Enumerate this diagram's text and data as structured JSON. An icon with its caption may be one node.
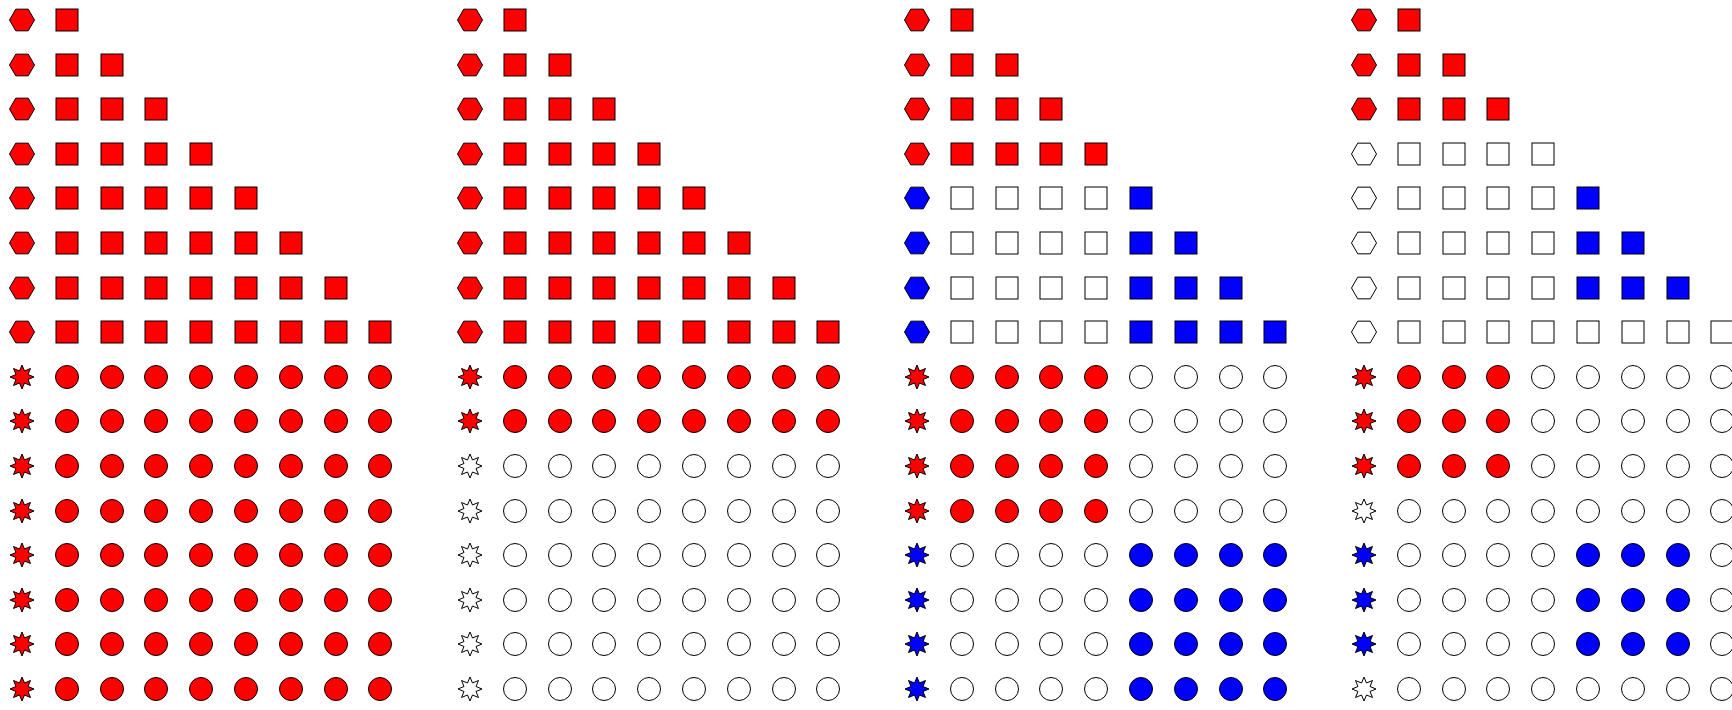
{
  "diagram": {
    "nodes": [
      {
        "text": [],
        "shape": "hexagon"
      },
      {
        "text": [],
        "shape": "box"
      },
      {
        "text": [],
        "shape": "hexagon"
      },
      {
        "text": [],
        "shape": "box"
      },
      {
        "text": [],
        "shape": "box"
      },
      {
        "text": [],
        "shape": "hexagon"
      },
      {
        "text": [],
        "shape": "box"
      },
      {
        "text": [],
        "shape": "box"
      },
      {
        "text": [],
        "shape": "box"
      },
      {
        "text": [],
        "shape": "hexagon"
      },
      {
        "text": [],
        "shape": "box"
      },
      {
        "text": [],
        "shape": "box"
      },
      {
        "text": [],
        "shape": "box"
      },
      {
        "text": [],
        "shape": "box"
      },
      {
        "text": [],
        "shape": "hexagon"
      },
      {
        "text": [],
        "shape": "box"
      },
      {
        "text": [],
        "shape": "box"
      },
      {
        "text": [],
        "shape": "box"
      },
      {
        "text": [],
        "shape": "box"
      },
      {
        "text": [],
        "shape": "box"
      },
      {
        "text": [],
        "shape": "hexagon"
      },
      {
        "text": [],
        "shape": "box"
      },
      {
        "text": [],
        "shape": "box"
      },
      {
        "text": [],
        "shape": "box"
      },
      {
        "text": [],
        "shape": "box"
      },
      {
        "text": [],
        "shape": "box"
      },
      {
        "text": [],
        "shape": "box"
      },
      {
        "text": [],
        "shape": "hexagon"
      },
      {
        "text": [],
        "shape": "box"
      },
      {
        "text": [],
        "shape": "box"
      },
      {
        "text": [],
        "shape": "box"
      },
      {
        "text": [],
        "shape": "box"
      },
      {
        "text": [],
        "shape": "box"
      },
      {
        "text": [],
        "shape": "box"
      },
      {
        "text": [],
        "shape": "box"
      },
      {
        "text": [],
        "shape": "hexagon"
      },
      {
        "text": [],
        "shape": "box"
      },
      {
        "text": [],
        "shape": "box"
      },
      {
        "text": [],
        "shape": "box"
      },
      {
        "text": [],
        "shape": "box"
      },
      {
        "text": [],
        "shape": "box"
      },
      {
        "text": [],
        "shape": "box"
      },
      {
        "text": [],
        "shape": "box"
      },
      {
        "text": [],
        "shape": "box"
      },
      {
        "text": [],
        "shape": "star"
      },
      {
        "text": [],
        "shape": "circle"
      },
      {
        "text": [],
        "shape": "circle"
      },
      {
        "text": [],
        "shape": "circle"
      },
      {
        "text": [],
        "shape": "circle"
      },
      {
        "text": [],
        "shape": "circle"
      },
      {
        "text": [],
        "shape": "circle"
      },
      {
        "text": [],
        "shape": "circle"
      },
      {
        "text": [],
        "shape": "circle"
      },
      {
        "text": [],
        "shape": "star"
      },
      {
        "text": [],
        "shape": "circle"
      },
      {
        "text": [],
        "shape": "circle"
      },
      {
        "text": [],
        "shape": "circle"
      },
      {
        "text": [],
        "shape": "circle"
      },
      {
        "text": [],
        "shape": "circle"
      },
      {
        "text": [],
        "shape": "circle"
      },
      {
        "text": [],
        "shape": "circle"
      },
      {
        "text": [],
        "shape": "circle"
      },
      {
        "text": [],
        "shape": "star"
      },
      {
        "text": [],
        "shape": "circle"
      },
      {
        "text": [],
        "shape": "circle"
      },
      {
        "text": [],
        "shape": "circle"
      },
      {
        "text": [],
        "shape": "circle"
      },
      {
        "text": [],
        "shape": "circle"
      },
      {
        "text": [],
        "shape": "circle"
      },
      {
        "text": [],
        "shape": "circle"
      },
      {
        "text": [],
        "shape": "circle"
      },
      {
        "text": [],
        "shape": "star"
      },
      {
        "text": [],
        "shape": "circle"
      },
      {
        "text": [],
        "shape": "circle"
      },
      {
        "text": [],
        "shape": "circle"
      },
      {
        "text": [],
        "shape": "circle"
      },
      {
        "text": [],
        "shape": "circle"
      },
      {
        "text": [],
        "shape": "circle"
      },
      {
        "text": [],
        "shape": "circle"
      },
      {
        "text": [],
        "shape": "circle"
      },
      {
        "text": [],
        "shape": "star"
      },
      {
        "text": [],
        "shape": "circle"
      },
      {
        "text": [],
        "shape": "circle"
      },
      {
        "text": [],
        "shape": "circle"
      },
      {
        "text": [],
        "shape": "circle"
      },
      {
        "text": [],
        "shape": "circle"
      },
      {
        "text": [],
        "shape": "circle"
      },
      {
        "text": [],
        "shape": "circle"
      },
      {
        "text": [],
        "shape": "circle"
      },
      {
        "text": [],
        "shape": "star"
      },
      {
        "text": [],
        "shape": "circle"
      },
      {
        "text": [],
        "shape": "circle"
      },
      {
        "text": [],
        "shape": "circle"
      },
      {
        "text": [],
        "shape": "circle"
      },
      {
        "text": [],
        "shape": "circle"
      },
      {
        "text": [],
        "shape": "circle"
      },
      {
        "text": [],
        "shape": "circle"
      },
      {
        "text": [],
        "shape": "circle"
      },
      {
        "text": [],
        "shape": "star"
      },
      {
        "text": [],
        "shape": "circle"
      },
      {
        "text": [],
        "shape": "circle"
      },
      {
        "text": [],
        "shape": "circle"
      },
      {
        "text": [],
        "shape": "circle"
      },
      {
        "text": [],
        "shape": "circle"
      },
      {
        "text": [],
        "shape": "circle"
      },
      {
        "text": [],
        "shape": "circle"
      },
      {
        "text": [],
        "shape": "circle"
      },
      {
        "text": [],
        "shape": "star"
      },
      {
        "text": [],
        "shape": "circle"
      },
      {
        "text": [],
        "shape": "circle"
      },
      {
        "text": [],
        "shape": "circle"
      },
      {
        "text": [],
        "shape": "circle"
      },
      {
        "text": [],
        "shape": "circle"
      },
      {
        "text": [],
        "shape": "circle"
      },
      {
        "text": [],
        "shape": "circle"
      },
      {
        "text": [],
        "shape": "circle"
      },
      {
        "text": [],
        "shape": "hexagon"
      },
      {
        "text": [],
        "shape": "box"
      },
      {
        "text": [],
        "shape": "hexagon"
      },
      {
        "text": [],
        "shape": "box"
      },
      {
        "text": [],
        "shape": "box"
      },
      {
        "text": [],
        "shape": "hexagon"
      },
      {
        "text": [],
        "shape": "box"
      },
      {
        "text": [],
        "shape": "box"
      },
      {
        "text": [],
        "shape": "box"
      },
      {
        "text": [],
        "shape": "hexagon"
      },
      {
        "text": [],
        "shape": "box"
      },
      {
        "text": [],
        "shape": "box"
      },
      {
        "text": [],
        "shape": "box"
      },
      {
        "text": [],
        "shape": "box"
      },
      {
        "text": [],
        "shape": "hexagon"
      },
      {
        "text": [],
        "shape": "box"
      },
      {
        "text": [],
        "shape": "box"
      },
      {
        "text": [],
        "shape": "box"
      },
      {
        "text": [],
        "shape": "box"
      },
      {
        "text": [],
        "shape": "box"
      },
      {
        "text": [],
        "shape": "hexagon"
      },
      {
        "text": [],
        "shape": "box"
      },
      {
        "text": [],
        "shape": "box"
      },
      {
        "text": [],
        "shape": "box"
      },
      {
        "text": [],
        "shape": "box"
      },
      {
        "text": [],
        "shape": "box"
      },
      {
        "text": [],
        "shape": "box"
      },
      {
        "text": [],
        "shape": "hexagon"
      },
      {
        "text": [],
        "shape": "box"
      },
      {
        "text": [],
        "shape": "box"
      },
      {
        "text": [],
        "shape": "box"
      },
      {
        "text": [],
        "shape": "box"
      },
      {
        "text": [],
        "shape": "box"
      },
      {
        "text": [],
        "shape": "box"
      },
      {
        "text": [],
        "shape": "box"
      },
      {
        "text": [],
        "shape": "hexagon"
      },
      {
        "text": [],
        "shape": "box"
      },
      {
        "text": [],
        "shape": "box"
      },
      {
        "text": [],
        "shape": "box"
      },
      {
        "text": [],
        "shape": "box"
      },
      {
        "text": [],
        "shape": "box"
      },
      {
        "text": [],
        "shape": "box"
      },
      {
        "text": [],
        "shape": "box"
      },
      {
        "text": [],
        "shape": "box"
      },
      {
        "text": [],
        "shape": "star"
      },
      {
        "text": [],
        "shape": "circle"
      },
      {
        "text": [],
        "shape": "circle"
      },
      {
        "text": [],
        "shape": "circle"
      },
      {
        "text": [],
        "shape": "circle"
      },
      {
        "text": [],
        "shape": "circle"
      },
      {
        "text": [],
        "shape": "circle"
      },
      {
        "text": [],
        "shape": "circle"
      },
      {
        "text": [],
        "shape": "circle"
      },
      {
        "text": [],
        "shape": "star"
      },
      {
        "text": [],
        "shape": "circle"
      },
      {
        "text": [],
        "shape": "circle"
      },
      {
        "text": [],
        "shape": "circle"
      },
      {
        "text": [],
        "shape": "circle"
      },
      {
        "text": [],
        "shape": "circle"
      },
      {
        "text": [],
        "shape": "circle"
      },
      {
        "text": [],
        "shape": "circle"
      },
      {
        "text": [],
        "shape": "circle"
      },
      {
        "text": [],
        "shape": "star"
      },
      {
        "text": [],
        "shape": "circle"
      },
      {
        "text": [],
        "shape": "circle"
      },
      {
        "text": [],
        "shape": "circle"
      },
      {
        "text": [],
        "shape": "circle"
      },
      {
        "text": [],
        "shape": "circle"
      },
      {
        "text": [],
        "shape": "circle"
      },
      {
        "text": [],
        "shape": "circle"
      },
      {
        "text": [],
        "shape": "circle"
      },
      {
        "text": [],
        "shape": "star"
      },
      {
        "text": [],
        "shape": "circle"
      },
      {
        "text": [],
        "shape": "circle"
      },
      {
        "text": [],
        "shape": "circle"
      },
      {
        "text": [],
        "shape": "circle"
      },
      {
        "text": [],
        "shape": "circle"
      },
      {
        "text": [],
        "shape": "circle"
      },
      {
        "text": [],
        "shape": "circle"
      },
      {
        "text": [],
        "shape": "circle"
      },
      {
        "text": [],
        "shape": "star"
      },
      {
        "text": [],
        "shape": "circle"
      },
      {
        "text": [],
        "shape": "circle"
      },
      {
        "text": [],
        "shape": "circle"
      },
      {
        "text": [],
        "shape": "circle"
      },
      {
        "text": [],
        "shape": "circle"
      },
      {
        "text": [],
        "shape": "circle"
      },
      {
        "text": [],
        "shape": "circle"
      },
      {
        "text": [],
        "shape": "circle"
      },
      {
        "text": [],
        "shape": "star"
      },
      {
        "text": [],
        "shape": "circle"
      },
      {
        "text": [],
        "shape": "circle"
      },
      {
        "text": [],
        "shape": "circle"
      },
      {
        "text": [],
        "shape": "circle"
      },
      {
        "text": [],
        "shape": "circle"
      },
      {
        "text": [],
        "shape": "circle"
      },
      {
        "text": [],
        "shape": "circle"
      },
      {
        "text": [],
        "shape": "circle"
      },
      {
        "text": [],
        "shape": "star"
      },
      {
        "text": [],
        "shape": "circle"
      },
      {
        "text": [],
        "shape": "circle"
      },
      {
        "text": [],
        "shape": "circle"
      },
      {
        "text": [],
        "shape": "circle"
      },
      {
        "text": [],
        "shape": "circle"
      },
      {
        "text": [],
        "shape": "circle"
      },
      {
        "text": [],
        "shape": "circle"
      },
      {
        "text": [],
        "shape": "circle"
      },
      {
        "text": [],
        "shape": "star"
      },
      {
        "text": [],
        "shape": "circle"
      },
      {
        "text": [],
        "shape": "circle"
      },
      {
        "text": [],
        "shape": "circle"
      },
      {
        "text": [],
        "shape": "circle"
      },
      {
        "text": [],
        "shape": "circle"
      },
      {
        "text": [],
        "shape": "circle"
      },
      {
        "text": [],
        "shape": "circle"
      },
      {
        "text": [],
        "shape": "circle"
      },
      {
        "text": [],
        "shape": "hexagon"
      },
      {
        "text": [],
        "shape": "box"
      },
      {
        "text": [],
        "shape": "hexagon"
      },
      {
        "text": [],
        "shape": "box"
      },
      {
        "text": [],
        "shape": "box"
      },
      {
        "text": [],
        "shape": "hexagon"
      },
      {
        "text": [],
        "shape": "box"
      },
      {
        "text": [],
        "shape": "box"
      },
      {
        "text": [],
        "shape": "box"
      },
      {
        "text": [],
        "shape": "hexagon"
      },
      {
        "text": [],
        "shape": "box"
      },
      {
        "text": [],
        "shape": "box"
      },
      {
        "text": [],
        "shape": "box"
      },
      {
        "text": [],
        "shape": "box"
      },
      {
        "text": [],
        "shape": "hexagon"
      },
      {
        "text": [],
        "shape": "box"
      },
      {
        "text": [],
        "shape": "box"
      },
      {
        "text": [],
        "shape": "box"
      },
      {
        "text": [],
        "shape": "box"
      },
      {
        "text": [],
        "shape": "box"
      },
      {
        "text": [],
        "shape": "hexagon"
      },
      {
        "text": [],
        "shape": "box"
      },
      {
        "text": [],
        "shape": "box"
      },
      {
        "text": [],
        "shape": "box"
      },
      {
        "text": [],
        "shape": "box"
      },
      {
        "text": [],
        "shape": "box"
      },
      {
        "text": [],
        "shape": "box"
      },
      {
        "text": [],
        "shape": "hexagon"
      },
      {
        "text": [],
        "shape": "box"
      },
      {
        "text": [],
        "shape": "box"
      },
      {
        "text": [],
        "shape": "box"
      },
      {
        "text": [],
        "shape": "box"
      },
      {
        "text": [],
        "shape": "box"
      },
      {
        "text": [],
        "shape": "box"
      },
      {
        "text": [],
        "shape": "box"
      },
      {
        "text": [],
        "shape": "hexagon"
      },
      {
        "text": [],
        "shape": "box"
      },
      {
        "text": [],
        "shape": "box"
      },
      {
        "text": [],
        "shape": "box"
      },
      {
        "text": [],
        "shape": "box"
      },
      {
        "text": [],
        "shape": "box"
      },
      {
        "text": [],
        "shape": "box"
      },
      {
        "text": [],
        "shape": "box"
      },
      {
        "text": [],
        "shape": "box"
      },
      {
        "text": [],
        "shape": "star"
      },
      {
        "text": [],
        "shape": "circle"
      },
      {
        "text": [],
        "shape": "circle"
      },
      {
        "text": [],
        "shape": "circle"
      },
      {
        "text": [],
        "shape": "circle"
      },
      {
        "text": [],
        "shape": "circle"
      },
      {
        "text": [],
        "shape": "circle"
      },
      {
        "text": [],
        "shape": "circle"
      },
      {
        "text": [],
        "shape": "circle"
      },
      {
        "text": [],
        "shape": "star"
      },
      {
        "text": [],
        "shape": "circle"
      },
      {
        "text": [],
        "shape": "circle"
      },
      {
        "text": [],
        "shape": "circle"
      },
      {
        "text": [],
        "shape": "circle"
      },
      {
        "text": [],
        "shape": "circle"
      },
      {
        "text": [],
        "shape": "circle"
      },
      {
        "text": [],
        "shape": "circle"
      },
      {
        "text": [],
        "shape": "circle"
      },
      {
        "text": [],
        "shape": "star"
      },
      {
        "text": [],
        "shape": "circle"
      },
      {
        "text": [],
        "shape": "circle"
      },
      {
        "text": [],
        "shape": "circle"
      },
      {
        "text": [],
        "shape": "circle"
      },
      {
        "text": [],
        "shape": "circle"
      },
      {
        "text": [],
        "shape": "circle"
      },
      {
        "text": [],
        "shape": "circle"
      },
      {
        "text": [],
        "shape": "circle"
      },
      {
        "text": [],
        "shape": "star"
      },
      {
        "text": [],
        "shape": "circle"
      },
      {
        "text": [],
        "shape": "circle"
      },
      {
        "text": [],
        "shape": "circle"
      },
      {
        "text": [],
        "shape": "circle"
      },
      {
        "text": [],
        "shape": "circle"
      },
      {
        "text": [],
        "shape": "circle"
      },
      {
        "text": [],
        "shape": "circle"
      },
      {
        "text": [],
        "shape": "circle"
      },
      {
        "text": [],
        "shape": "star"
      },
      {
        "text": [],
        "shape": "circle"
      },
      {
        "text": [],
        "shape": "circle"
      },
      {
        "text": [],
        "shape": "circle"
      },
      {
        "text": [],
        "shape": "circle"
      },
      {
        "text": [],
        "shape": "circle"
      },
      {
        "text": [],
        "shape": "circle"
      },
      {
        "text": [],
        "shape": "circle"
      },
      {
        "text": [],
        "shape": "circle"
      },
      {
        "text": [],
        "shape": "star"
      },
      {
        "text": [],
        "shape": "circle"
      },
      {
        "text": [],
        "shape": "circle"
      },
      {
        "text": [],
        "shape": "circle"
      },
      {
        "text": [],
        "shape": "circle"
      },
      {
        "text": [],
        "shape": "circle"
      },
      {
        "text": [],
        "shape": "circle"
      },
      {
        "text": [],
        "shape": "circle"
      },
      {
        "text": [],
        "shape": "circle"
      },
      {
        "text": [],
        "shape": "star"
      },
      {
        "text": [],
        "shape": "circle"
      },
      {
        "text": [],
        "shape": "circle"
      },
      {
        "text": [],
        "shape": "circle"
      },
      {
        "text": [],
        "shape": "circle"
      },
      {
        "text": [],
        "shape": "circle"
      },
      {
        "text": [],
        "shape": "circle"
      },
      {
        "text": [],
        "shape": "circle"
      },
      {
        "text": [],
        "shape": "circle"
      },
      {
        "text": [],
        "shape": "star"
      },
      {
        "text": [],
        "shape": "circle"
      },
      {
        "text": [],
        "shape": "circle"
      },
      {
        "text": [],
        "shape": "circle"
      },
      {
        "text": [],
        "shape": "circle"
      },
      {
        "text": [],
        "shape": "circle"
      },
      {
        "text": [],
        "shape": "circle"
      },
      {
        "text": [],
        "shape": "circle"
      },
      {
        "text": [],
        "shape": "circle"
      },
      {
        "text": [],
        "shape": "hexagon"
      },
      {
        "text": [],
        "shape": "box"
      },
      {
        "text": [],
        "shape": "hexagon"
      },
      {
        "text": [],
        "shape": "box"
      },
      {
        "text": [],
        "shape": "box"
      },
      {
        "text": [],
        "shape": "hexagon"
      },
      {
        "text": [],
        "shape": "box"
      },
      {
        "text": [],
        "shape": "box"
      },
      {
        "text": [],
        "shape": "box"
      },
      {
        "text": [],
        "shape": "hexagon"
      },
      {
        "text": [],
        "shape": "box"
      },
      {
        "text": [],
        "shape": "box"
      },
      {
        "text": [],
        "shape": "box"
      },
      {
        "text": [],
        "shape": "box"
      },
      {
        "text": [],
        "shape": "hexagon"
      },
      {
        "text": [],
        "shape": "box"
      },
      {
        "text": [],
        "shape": "box"
      },
      {
        "text": [],
        "shape": "box"
      },
      {
        "text": [],
        "shape": "box"
      },
      {
        "text": [],
        "shape": "box"
      },
      {
        "text": [],
        "shape": "hexagon"
      },
      {
        "text": [],
        "shape": "box"
      },
      {
        "text": [],
        "shape": "box"
      },
      {
        "text": [],
        "shape": "box"
      },
      {
        "text": [],
        "shape": "box"
      },
      {
        "text": [],
        "shape": "box"
      },
      {
        "text": [],
        "shape": "box"
      },
      {
        "text": [],
        "shape": "hexagon"
      },
      {
        "text": [],
        "shape": "box"
      },
      {
        "text": [],
        "shape": "box"
      },
      {
        "text": [],
        "shape": "box"
      },
      {
        "text": [],
        "shape": "box"
      },
      {
        "text": [],
        "shape": "box"
      },
      {
        "text": [],
        "shape": "box"
      },
      {
        "text": [],
        "shape": "box"
      },
      {
        "text": [],
        "shape": "hexagon"
      },
      {
        "text": [],
        "shape": "box"
      },
      {
        "text": [],
        "shape": "box"
      },
      {
        "text": [],
        "shape": "box"
      },
      {
        "text": [],
        "shape": "box"
      },
      {
        "text": [],
        "shape": "box"
      },
      {
        "text": [],
        "shape": "box"
      },
      {
        "text": [],
        "shape": "box"
      },
      {
        "text": [],
        "shape": "box"
      },
      {
        "text": [],
        "shape": "star"
      },
      {
        "text": [],
        "shape": "circle"
      },
      {
        "text": [],
        "shape": "circle"
      },
      {
        "text": [],
        "shape": "circle"
      },
      {
        "text": [],
        "shape": "circle"
      },
      {
        "text": [],
        "shape": "circle"
      },
      {
        "text": [],
        "shape": "circle"
      },
      {
        "text": [],
        "shape": "circle"
      },
      {
        "text": [],
        "shape": "circle"
      },
      {
        "text": [],
        "shape": "star"
      },
      {
        "text": [],
        "shape": "circle"
      },
      {
        "text": [],
        "shape": "circle"
      },
      {
        "text": [],
        "shape": "circle"
      },
      {
        "text": [],
        "shape": "circle"
      },
      {
        "text": [],
        "shape": "circle"
      },
      {
        "text": [],
        "shape": "circle"
      },
      {
        "text": [],
        "shape": "circle"
      },
      {
        "text": [],
        "shape": "circle"
      },
      {
        "text": [],
        "shape": "star"
      },
      {
        "text": [],
        "shape": "circle"
      },
      {
        "text": [],
        "shape": "circle"
      },
      {
        "text": [],
        "shape": "circle"
      },
      {
        "text": [],
        "shape": "circle"
      },
      {
        "text": [],
        "shape": "circle"
      },
      {
        "text": [],
        "shape": "circle"
      },
      {
        "text": [],
        "shape": "circle"
      },
      {
        "text": [],
        "shape": "circle"
      },
      {
        "text": [],
        "shape": "star"
      },
      {
        "text": [],
        "shape": "circle"
      },
      {
        "text": [],
        "shape": "circle"
      },
      {
        "text": [],
        "shape": "circle"
      },
      {
        "text": [],
        "shape": "circle"
      },
      {
        "text": [],
        "shape": "circle"
      },
      {
        "text": [],
        "shape": "circle"
      },
      {
        "text": [],
        "shape": "circle"
      },
      {
        "text": [],
        "shape": "circle"
      },
      {
        "text": [],
        "shape": "star"
      },
      {
        "text": [],
        "shape": "circle"
      },
      {
        "text": [],
        "shape": "circle"
      },
      {
        "text": [],
        "shape": "circle"
      },
      {
        "text": [],
        "shape": "circle"
      },
      {
        "text": [],
        "shape": "circle"
      },
      {
        "text": [],
        "shape": "circle"
      },
      {
        "text": [],
        "shape": "circle"
      },
      {
        "text": [],
        "shape": "circle"
      },
      {
        "text": [],
        "shape": "star"
      },
      {
        "text": [],
        "shape": "circle"
      },
      {
        "text": [],
        "shape": "circle"
      },
      {
        "text": [],
        "shape": "circle"
      },
      {
        "text": [],
        "shape": "circle"
      },
      {
        "text": [],
        "shape": "circle"
      },
      {
        "text": [],
        "shape": "circle"
      },
      {
        "text": [],
        "shape": "circle"
      },
      {
        "text": [],
        "shape": "circle"
      },
      {
        "text": [],
        "shape": "star"
      },
      {
        "text": [],
        "shape": "circle"
      },
      {
        "text": [],
        "shape": "circle"
      },
      {
        "text": [],
        "shape": "circle"
      },
      {
        "text": [],
        "shape": "circle"
      },
      {
        "text": [],
        "shape": "circle"
      },
      {
        "text": [],
        "shape": "circle"
      },
      {
        "text": [],
        "shape": "circle"
      },
      {
        "text": [],
        "shape": "circle"
      },
      {
        "text": [],
        "shape": "star"
      },
      {
        "text": [],
        "shape": "circle"
      },
      {
        "text": [],
        "shape": "circle"
      },
      {
        "text": [],
        "shape": "circle"
      },
      {
        "text": [],
        "shape": "circle"
      },
      {
        "text": [],
        "shape": "circle"
      },
      {
        "text": [],
        "shape": "circle"
      },
      {
        "text": [],
        "shape": "circle"
      },
      {
        "text": [],
        "shape": "circle"
      }
    ]
  }
}
